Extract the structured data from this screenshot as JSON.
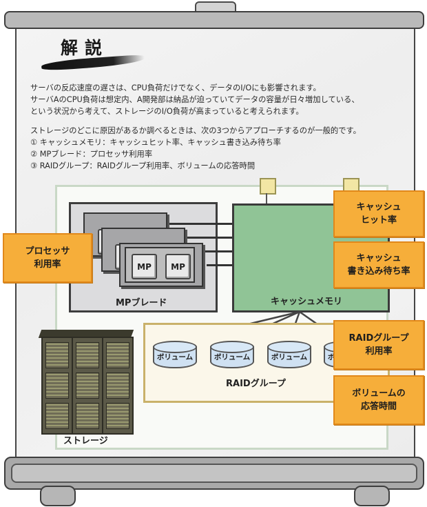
{
  "heading": "解説",
  "paragraphs": [
    "サーバの反応速度の遅さは、CPU負荷だけでなく、データのI/Oにも影響されます。",
    "サーバAのCPU負荷は想定内、A開発部は納品が迫っていてデータの容量が日々増加している、",
    "という状況から考えて、ストレージのI/O負荷が高まっていると考えられます。",
    "ストレージのどこに原因があるか調べるときは、次の3つからアプローチするのが一般的です。",
    "① キャッシュメモリ：キャッシュヒット率、キャッシュ書き込み待ち率",
    "② MPブレード：プロセッサ利用率",
    "③ RAIDグループ：RAIDグループ利用率、ボリュームの応答時間"
  ],
  "diagram": {
    "mp_chip_label": "MP",
    "mp_blade_label": "MPブレード",
    "cache_memory_label": "キャッシュメモリ",
    "raid_group_label": "RAIDグループ",
    "volume_label": "ボリューム",
    "storage_label": "ストレージ"
  },
  "callouts": {
    "processor": "プロセッサ\n利用率",
    "cache_hit": "キャッシュ\nヒット率",
    "cache_write_wait": "キャッシュ\n書き込み待ち率",
    "raid_utilization": "RAIDグループ\n利用率",
    "volume_response": "ボリュームの\n応答時間"
  },
  "colors": {
    "callout_fill": "#f6ae3a",
    "cache_memory_fill": "#90c496",
    "mp_blade_fill": "#dcdcde",
    "raid_group_border": "#c9b16a",
    "volume_fill": "#cfe1f2"
  }
}
